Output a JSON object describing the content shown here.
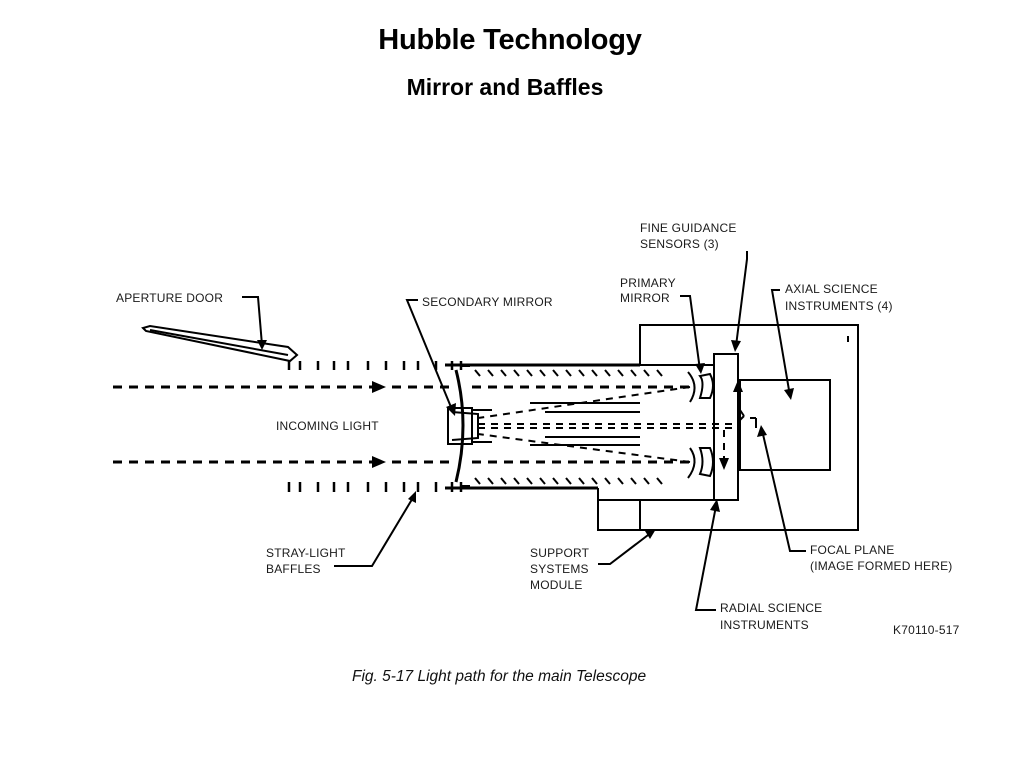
{
  "header": {
    "title": "Hubble Technology",
    "subtitle": "Mirror and Baffles"
  },
  "labels": {
    "aperture_door": "APERTURE DOOR",
    "secondary_mirror": "SECONDARY MIRROR",
    "primary_mirror": [
      "PRIMARY",
      "MIRROR"
    ],
    "fine_guidance": [
      "FINE GUIDANCE",
      "SENSORS (3)"
    ],
    "axial_science": [
      "AXIAL SCIENCE",
      "INSTRUMENTS (4)"
    ],
    "incoming_light": "INCOMING LIGHT",
    "stray_light": [
      "STRAY-LIGHT",
      "BAFFLES"
    ],
    "support_systems": [
      "SUPPORT",
      "SYSTEMS",
      "MODULE"
    ],
    "focal_plane": [
      "FOCAL PLANE",
      "(IMAGE FORMED HERE)"
    ],
    "radial_science": [
      "RADIAL SCIENCE",
      "INSTRUMENTS"
    ],
    "drawing_code": "K70110-517"
  },
  "caption": "Fig. 5-17 Light path for the main Telescope"
}
